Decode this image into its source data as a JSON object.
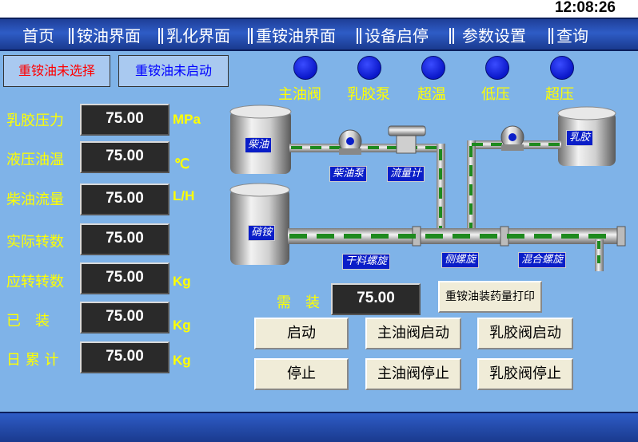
{
  "header": {
    "clock": "12:08:26"
  },
  "nav": {
    "items": [
      "首页",
      "铵油界面",
      "乳化界面",
      "重铵油界面",
      "设备启停",
      "参数设置",
      "查询"
    ]
  },
  "status": {
    "left": {
      "text": "重铵油未选择",
      "color": "#ff0000"
    },
    "right": {
      "text": "重铵油未启动",
      "color": "#0000ff"
    }
  },
  "params": [
    {
      "label": "乳胶压力",
      "value": "75.00",
      "unit": "MPa"
    },
    {
      "label": "液压油温",
      "value": "75.00",
      "unit": "℃"
    },
    {
      "label": "柴油流量",
      "value": "75.00",
      "unit": "L/H"
    },
    {
      "label": "实际转数",
      "value": "75.00",
      "unit": ""
    },
    {
      "label": "应转转数",
      "value": "75.00",
      "unit": "Kg"
    },
    {
      "label": "已　装",
      "value": "75.00",
      "unit": "Kg"
    },
    {
      "label": "日 累 计",
      "value": "75.00",
      "unit": "Kg"
    }
  ],
  "lamps": [
    {
      "label": "主油阀"
    },
    {
      "label": "乳胶泵"
    },
    {
      "label": "超温"
    },
    {
      "label": "低压"
    },
    {
      "label": "超压"
    }
  ],
  "process": {
    "diesel_tank": "柴油",
    "diesel_pump": "柴油泵",
    "flow_meter": "流量计",
    "emulsion_tank": "乳胶",
    "nitrate_tank": "硝铵",
    "dry_screw": "干料螺旋",
    "side_screw": "侧螺旋",
    "mix_screw": "混合螺旋"
  },
  "required": {
    "label": "需　装",
    "value": "75.00",
    "print_button": "重铵油装药量打印"
  },
  "buttons": {
    "start": "启动",
    "stop": "停止",
    "main_valve_start": "主油阀启动",
    "main_valve_stop": "主油阀停止",
    "emulsion_valve_start": "乳胶阀启动",
    "emulsion_valve_stop": "乳胶阀停止"
  },
  "colors": {
    "background": "#7fb3e8",
    "lamp_off": "#0a17c9",
    "label": "#ffff00",
    "flow": "#1e8a1e"
  }
}
